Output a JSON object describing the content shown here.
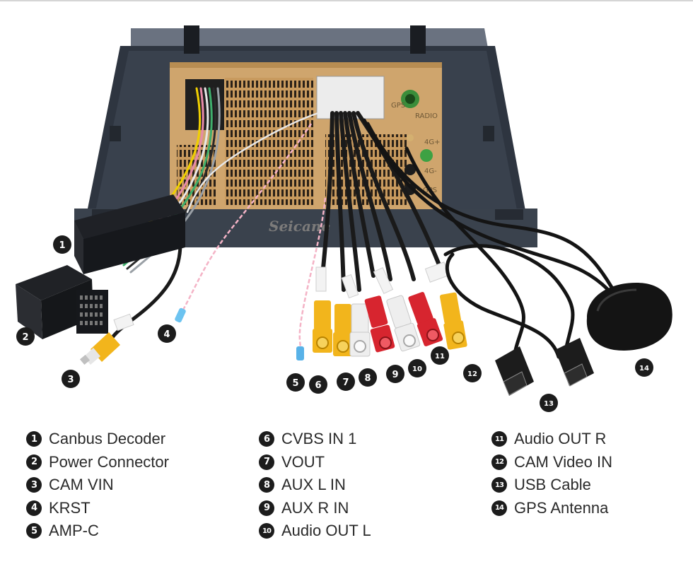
{
  "watermark": "Seicane",
  "unit_labels": [
    "GPS",
    "RADIO",
    "4G+",
    "4G-",
    "GPS"
  ],
  "callouts": [
    {
      "num": "1",
      "label": "Canbus Decoder"
    },
    {
      "num": "2",
      "label": "Power Connector"
    },
    {
      "num": "3",
      "label": "CAM VIN"
    },
    {
      "num": "4",
      "label": "KRST"
    },
    {
      "num": "5",
      "label": "AMP-C"
    },
    {
      "num": "6",
      "label": "CVBS IN 1"
    },
    {
      "num": "7",
      "label": "VOUT"
    },
    {
      "num": "8",
      "label": "AUX L IN"
    },
    {
      "num": "9",
      "label": "AUX R IN"
    },
    {
      "num": "10",
      "label": "Audio OUT L"
    },
    {
      "num": "11",
      "label": "Audio OUT R"
    },
    {
      "num": "12",
      "label": "CAM Video IN"
    },
    {
      "num": "13",
      "label": "USB Cable"
    },
    {
      "num": "14",
      "label": "GPS Antenna"
    }
  ],
  "colors": {
    "rca_yellow": "#f2b51c",
    "rca_red": "#d7252f",
    "rca_white": "#eeeeee",
    "panel_gold": "#caa067",
    "housing": "#3b4350"
  }
}
